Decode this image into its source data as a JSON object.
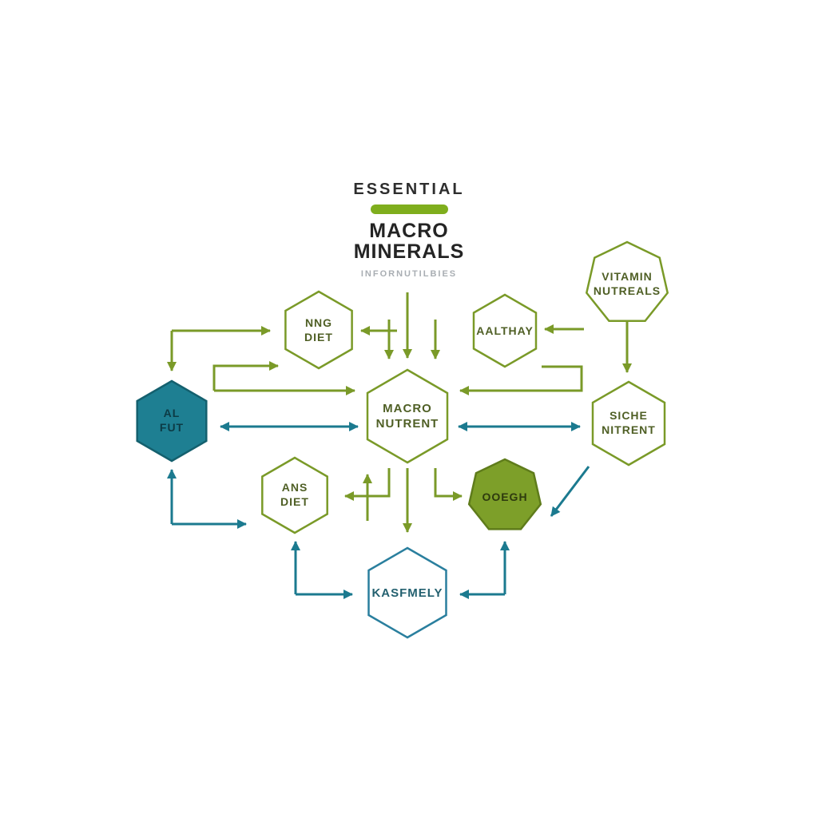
{
  "title": {
    "eyebrow": "ESSENTIAL",
    "heading_line1": "MACRO",
    "heading_line2": "MINERALS",
    "subtitle": "INFORNUTILBIES"
  },
  "colors": {
    "olive_arrow": "#7a9a28",
    "teal_arrow": "#1b7a8f",
    "bar_green": "#7fae1d",
    "node_fill_teal": "#1e7f92",
    "node_fill_olive": "#7d9f29",
    "heading_dark": "#242424",
    "subtitle_gray": "#a9aeb3"
  },
  "nodes": {
    "vitamin_nutreals": {
      "line1": "VITAMIN",
      "line2": "NUTREALS"
    },
    "nng_diet": {
      "line1": "NNG",
      "line2": "DIET"
    },
    "aalthay": {
      "line1": "AALTHAY"
    },
    "al_fut": {
      "line1": "AL",
      "line2": "FUT"
    },
    "macro_nutrent": {
      "line1": "MACRO",
      "line2": "NUTRENT"
    },
    "siche_nitrent": {
      "line1": "SICHE",
      "line2": "NITRENT"
    },
    "ans_diet": {
      "line1": "ANS",
      "line2": "DIET"
    },
    "ooegh": {
      "line1": "OOEGH"
    },
    "kasfmely": {
      "line1": "KASFMELY"
    }
  }
}
